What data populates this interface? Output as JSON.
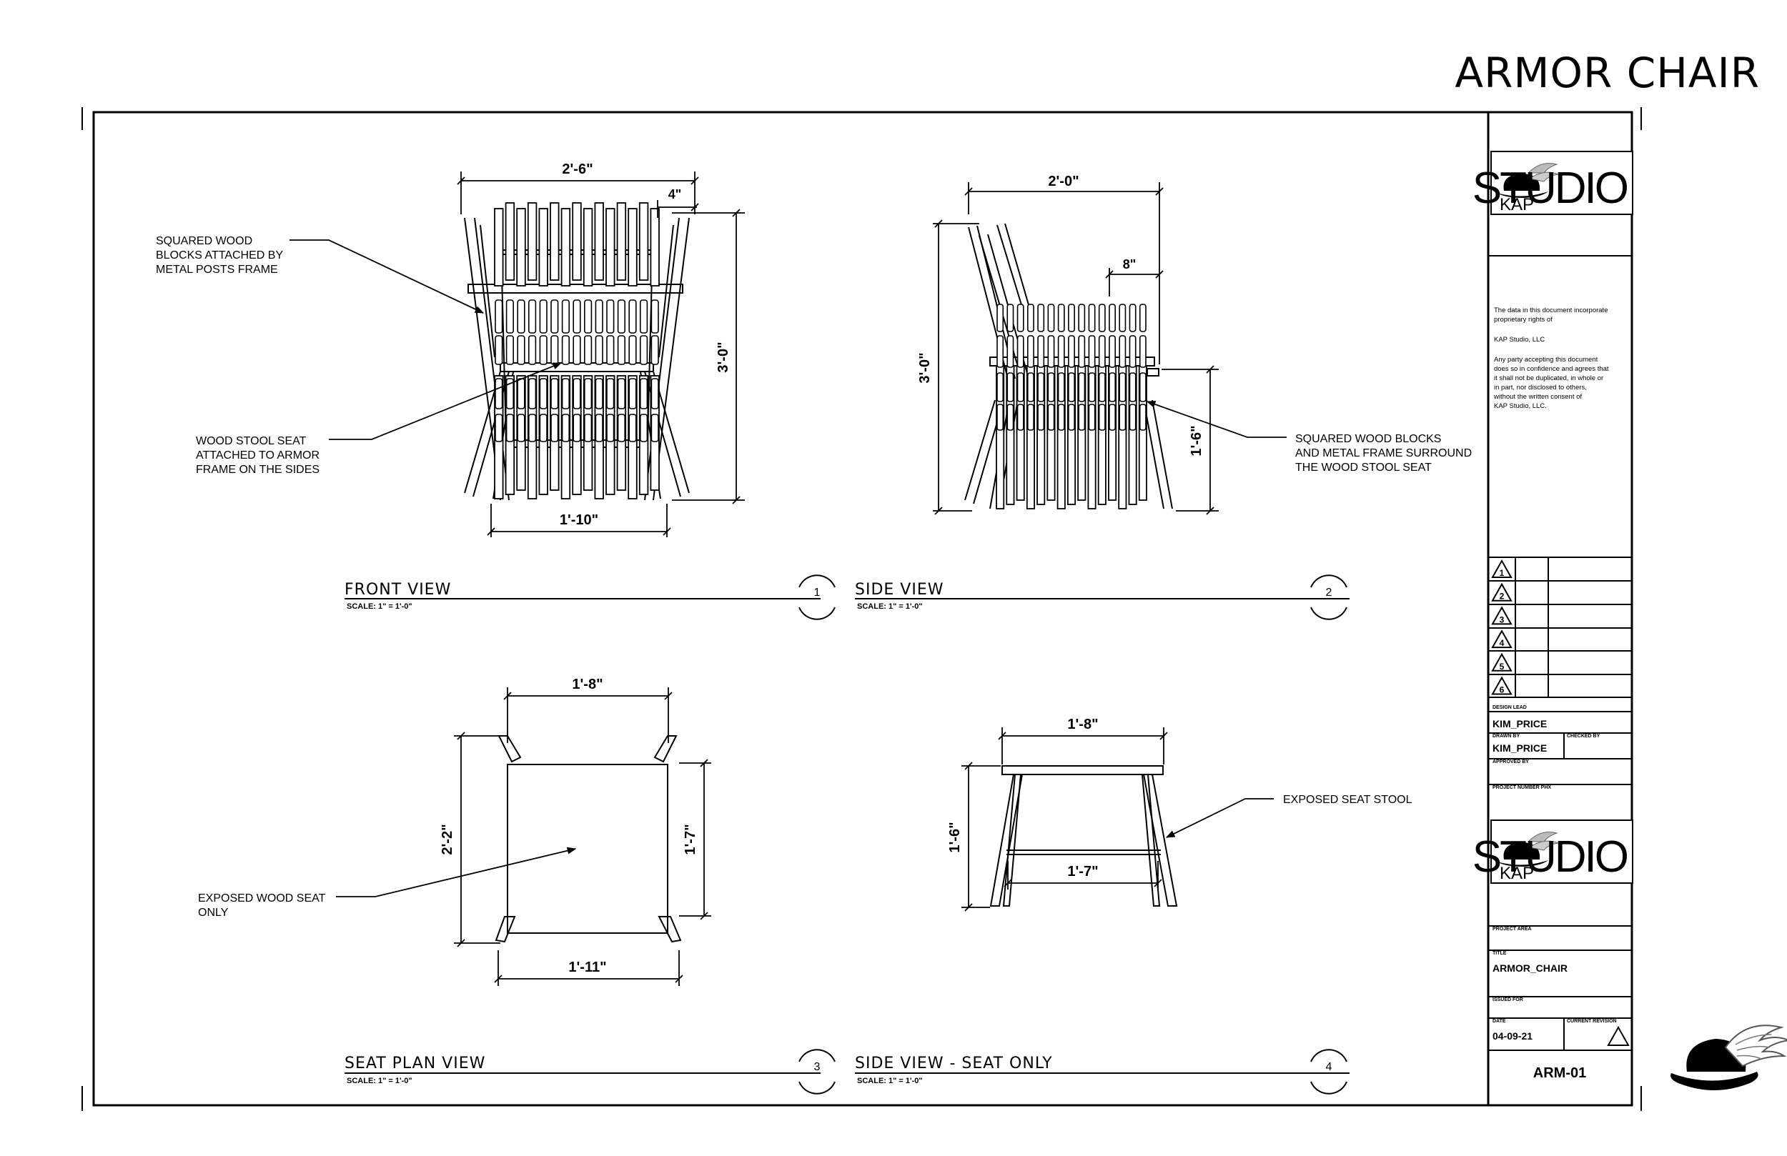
{
  "sheet_title": "ARMOR CHAIR",
  "logo": {
    "kap": "KAP",
    "studio": "STUDIO"
  },
  "views": {
    "front": {
      "label": "FRONT VIEW",
      "scale": "SCALE:   1\" = 1'-0\"",
      "number": "1",
      "dims": {
        "overall_width": "2'-6\"",
        "post": "4\"",
        "height": "3'-0\"",
        "base_width": "1'-10\""
      },
      "notes": {
        "blocks": [
          "SQUARED WOOD",
          "BLOCKS ATTACHED BY",
          "METAL POSTS FRAME"
        ],
        "seat": [
          "WOOD  STOOL SEAT",
          "ATTACHED TO ARMOR",
          "FRAME ON THE SIDES"
        ]
      }
    },
    "side": {
      "label": "SIDE VIEW",
      "scale": "SCALE:   1\" = 1'-0\"",
      "number": "2",
      "dims": {
        "depth": "2'-0\"",
        "seat_gap": "8\"",
        "height": "3'-0\"",
        "seat_height": "1'-6\""
      },
      "notes": {
        "frame": [
          "SQUARED WOOD BLOCKS",
          "AND METAL FRAME SURROUND",
          "THE WOOD STOOL SEAT"
        ]
      }
    },
    "plan": {
      "label": "SEAT PLAN VIEW",
      "scale": "SCALE:   1\" = 1'-0\"",
      "number": "3",
      "dims": {
        "top": "1'-8\"",
        "left": "2'-2\"",
        "right": "1'-7\"",
        "bottom": "1'-11\""
      },
      "notes": {
        "seat": [
          "EXPOSED WOOD SEAT",
          "ONLY"
        ]
      }
    },
    "seat_side": {
      "label": "SIDE VIEW  -  SEAT ONLY",
      "scale": "SCALE:   1\" = 1'-0\"",
      "number": "4",
      "dims": {
        "top": "1'-8\"",
        "height": "1'-6\"",
        "bottom": "1'-7\""
      },
      "notes": {
        "stool": [
          "EXPOSED SEAT STOOL"
        ]
      }
    }
  },
  "title_block": {
    "notice": [
      "The data in this document incorporate",
      "proprietary rights of",
      "",
      "KAP Studio, LLC",
      "",
      "Any party accepting this document",
      "does so in confidence and agrees that",
      "it shall not be duplicated, in whole or",
      "in part, nor disclosed to others,",
      "without the written consent of",
      "KAP Studio, LLC."
    ],
    "revisions": [
      "1",
      "2",
      "3",
      "4",
      "5",
      "6"
    ],
    "design_lead_label": "DESIGN LEAD",
    "design_lead": "KIM_PRICE",
    "drawn_by_label": "DRAWN BY",
    "drawn_by": "KIM_PRICE",
    "checked_by_label": "CHECKED BY",
    "approved_by_label": "APPROVED BY",
    "project_number_label": "PROJECT NUMBER PHX",
    "project_area_label": "PROJECT AREA",
    "title_label": "TITLE",
    "title": "ARMOR_CHAIR",
    "issued_for_label": "ISSUED FOR",
    "date_label": "DATE",
    "date": "04-09-21",
    "current_revision_label": "CURRENT REVISION",
    "sheet_number": "ARM-01"
  }
}
